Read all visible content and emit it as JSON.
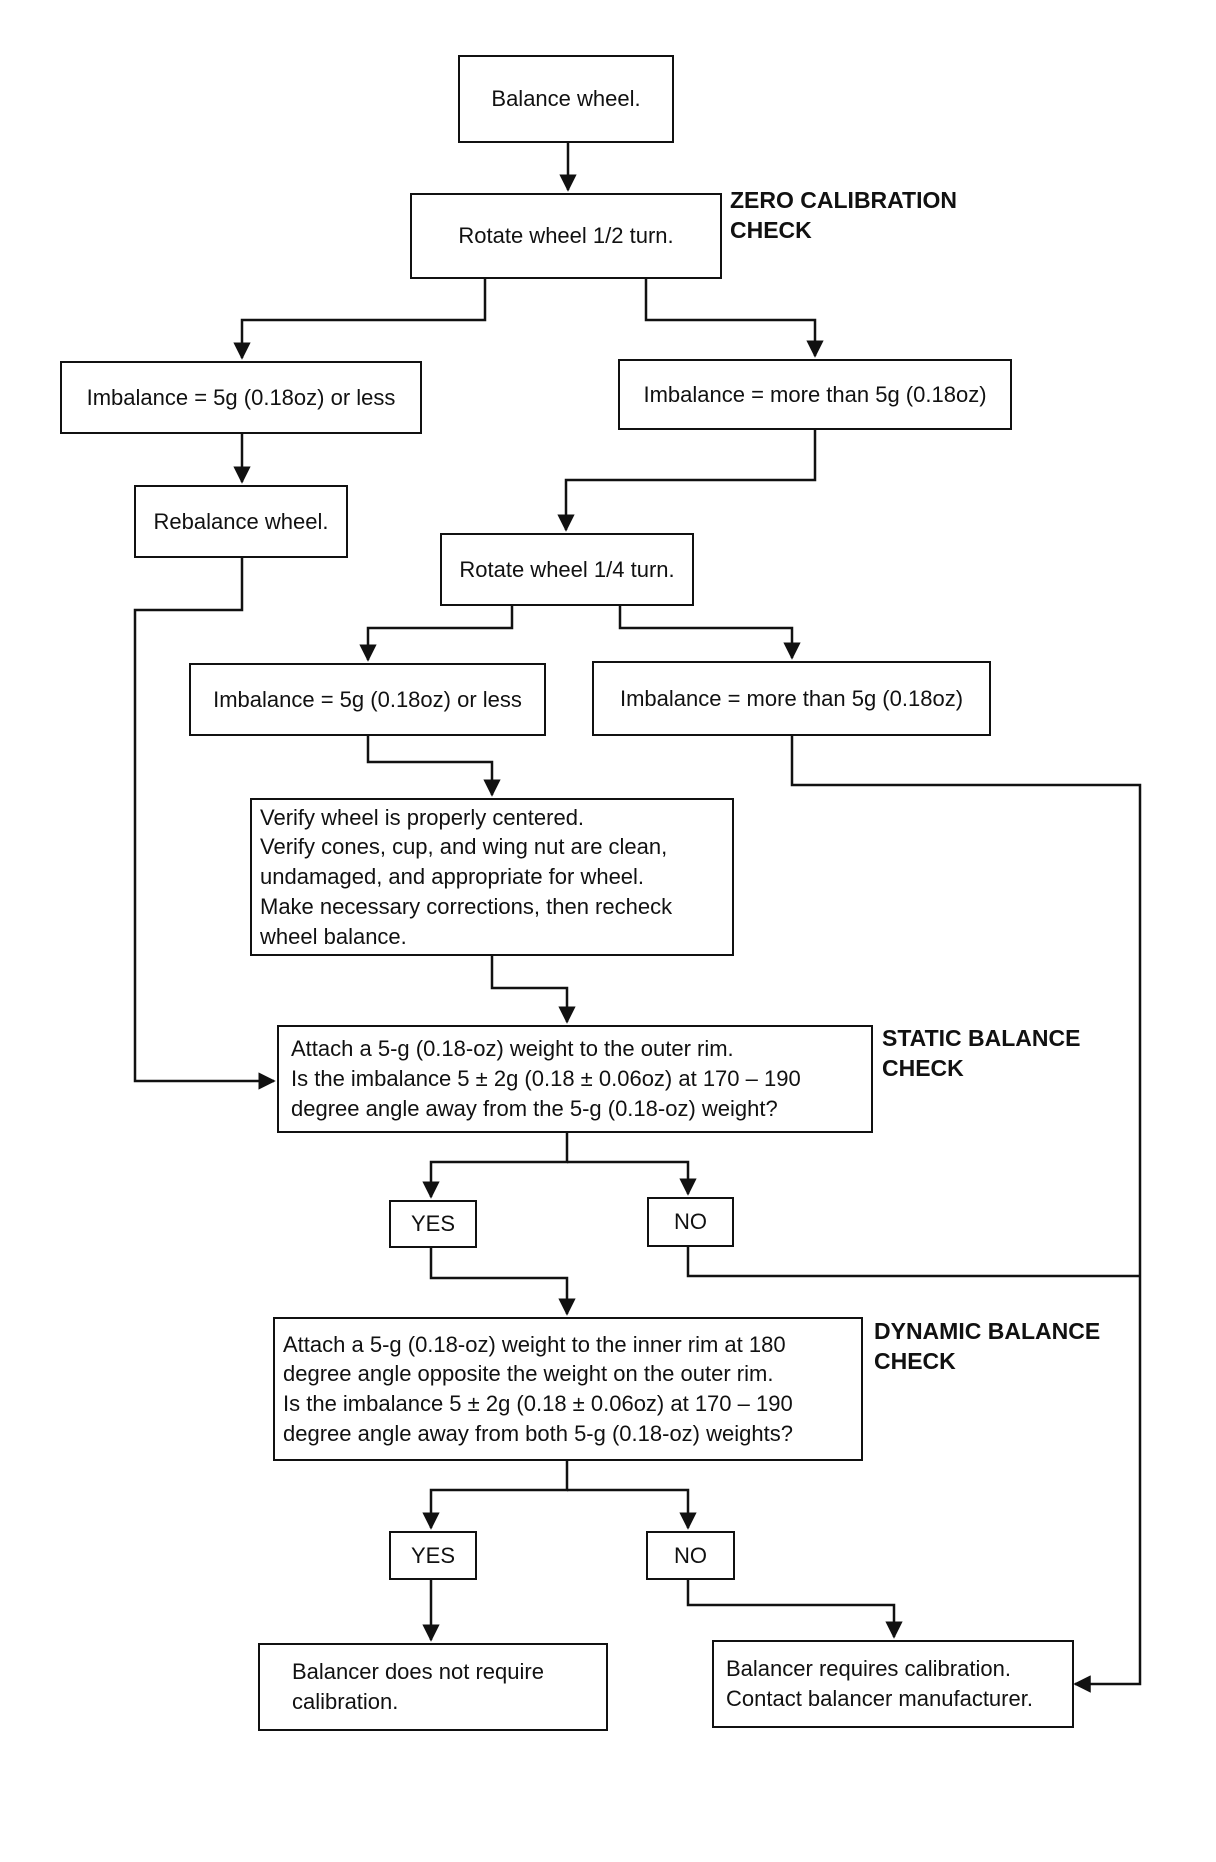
{
  "section_labels": {
    "zero_calibration": [
      "ZERO CALIBRATION",
      "CHECK"
    ],
    "static_balance": [
      "STATIC BALANCE",
      "CHECK"
    ],
    "dynamic_balance": [
      "DYNAMIC BALANCE",
      "CHECK"
    ]
  },
  "nodes": {
    "balance_wheel": "Balance wheel.",
    "rotate_half": "Rotate wheel 1/2 turn.",
    "imbalance_less_1": "Imbalance = 5g (0.18oz) or less",
    "imbalance_more_1": "Imbalance = more than 5g (0.18oz)",
    "rebalance": "Rebalance wheel.",
    "rotate_quarter": "Rotate wheel 1/4 turn.",
    "imbalance_less_2": "Imbalance = 5g (0.18oz) or less",
    "imbalance_more_2": "Imbalance = more than 5g (0.18oz)",
    "verify": [
      "Verify wheel is properly centered.",
      "Verify cones, cup, and wing nut are clean,",
      "undamaged, and appropriate for wheel.",
      "Make necessary corrections, then recheck",
      "wheel balance."
    ],
    "static_check": [
      "Attach a 5-g (0.18-oz) weight to the outer rim.",
      "Is the imbalance 5 ± 2g (0.18 ± 0.06oz) at 170 – 190",
      "degree angle away from the 5-g (0.18-oz) weight?"
    ],
    "yes_1": "YES",
    "no_1": "NO",
    "dynamic_check": [
      "Attach a 5-g (0.18-oz) weight to the inner rim at 180",
      "degree angle opposite the weight on the outer rim.",
      "Is the imbalance 5 ± 2g (0.18 ± 0.06oz) at 170 – 190",
      "degree angle away from both 5-g (0.18-oz) weights?"
    ],
    "yes_2": "YES",
    "no_2": "NO",
    "no_calibration": [
      "Balancer does not require",
      "calibration."
    ],
    "requires_calibration": [
      "Balancer requires calibration.",
      "Contact balancer manufacturer."
    ]
  }
}
